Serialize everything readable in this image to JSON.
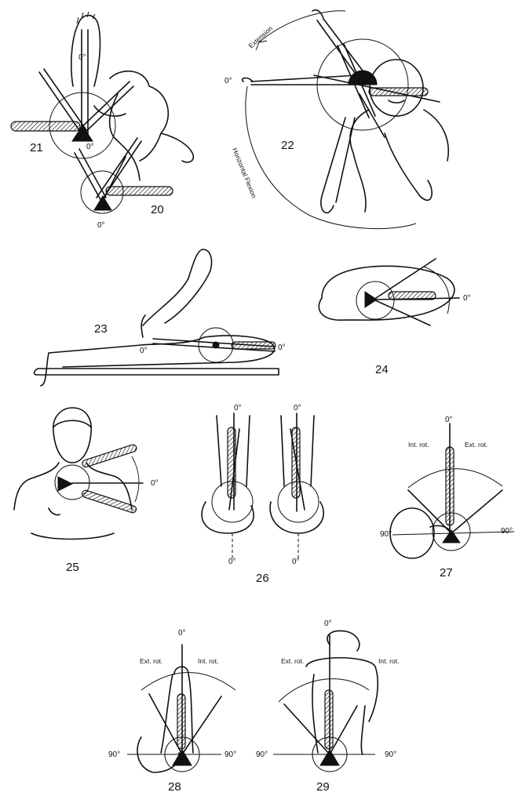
{
  "figures": {
    "f20": {
      "number": "20",
      "zero_label": "0°"
    },
    "f21": {
      "number": "21",
      "zero_label": "0°",
      "zero_label_b": "0°"
    },
    "f22": {
      "number": "22",
      "zero_label": "0°",
      "arc_label_top": "Extension",
      "arc_label_side": "Horizontal Flexion"
    },
    "f23": {
      "number": "23",
      "zero_label_left": "0°",
      "zero_label_right": "0°"
    },
    "f24": {
      "number": "24",
      "zero_label": "0°"
    },
    "f25": {
      "number": "25",
      "zero_label": "0°"
    },
    "f26": {
      "number": "26",
      "zero_top_left": "0°",
      "zero_top_right": "0°",
      "zero_bottom_left": "0°",
      "zero_bottom_right": "0°"
    },
    "f27": {
      "number": "27",
      "zero_label": "0°",
      "left_label": "Int. rot.",
      "right_label": "Ext. rot.",
      "deg_left": "90°",
      "deg_right": "90°"
    },
    "f28": {
      "number": "28",
      "zero_label": "0°",
      "left_label": "Ext. rot.",
      "right_label": "Int. rot.",
      "deg_left": "90°",
      "deg_right": "90°"
    },
    "f29": {
      "number": "29",
      "zero_label": "0°",
      "left_label": "Ext. rot.",
      "right_label": "Int. rot.",
      "deg_left": "90°",
      "deg_right": "90°"
    }
  }
}
